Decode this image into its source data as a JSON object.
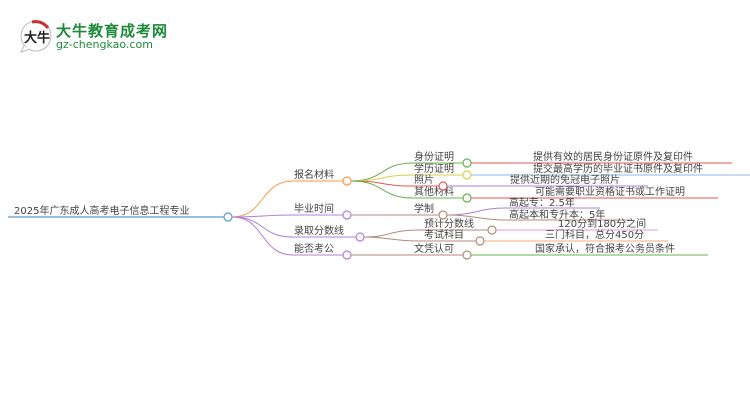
{
  "logo": {
    "name": "大牛教育成考网",
    "url": "gz-chengkao.com",
    "mark": "大牛"
  },
  "mindmap": {
    "root": "2025年广东成人高考电子信息工程专业",
    "branches": [
      {
        "label": "报名材料",
        "color": "#f59a46",
        "children": [
          {
            "label": "身份证明",
            "color": "#6ab04c",
            "detail": "提供有效的居民身份证原件及复印件",
            "detail_color": "#e05a5a"
          },
          {
            "label": "学历证明",
            "color": "#d8d245",
            "detail": "提交最高学历的毕业证书原件及复印件",
            "detail_color": "#8fb8e0"
          },
          {
            "label": "照片",
            "color": "#e05a5a",
            "detail": "提供近期的免冠电子照片",
            "detail_color": "#b07fd8"
          },
          {
            "label": "其他材料",
            "color": "#6ab04c",
            "detail": "可能需要职业资格证书或工作证明",
            "detail_color": "#e05a5a"
          }
        ]
      },
      {
        "label": "毕业时间",
        "color": "#b07fd8",
        "children": [
          {
            "label": "学制",
            "color": "#b58a7a",
            "details": [
              {
                "text": "高起专：2.5年",
                "color": "#b07fd8"
              },
              {
                "text": "高起本和专升本：5年",
                "color": "#b58a7a"
              }
            ]
          }
        ]
      },
      {
        "label": "录取分数线",
        "color": "#b07fd8",
        "children": [
          {
            "label": "预计分数线",
            "color": "#b58a7a",
            "detail": "120分到180分之间",
            "detail_color": "#e89ad0"
          },
          {
            "label": "考试科目",
            "color": "#b58a7a",
            "detail": "三门科目，总分450分",
            "detail_color": "#f5b07a"
          }
        ]
      },
      {
        "label": "能否考公",
        "color": "#b07fd8",
        "children": [
          {
            "label": "文凭认可",
            "color": "#b58a7a",
            "detail": "国家承认，符合报考公务员条件",
            "detail_color": "#6ab04c"
          }
        ]
      }
    ],
    "root_color": "#5b9bd5"
  }
}
